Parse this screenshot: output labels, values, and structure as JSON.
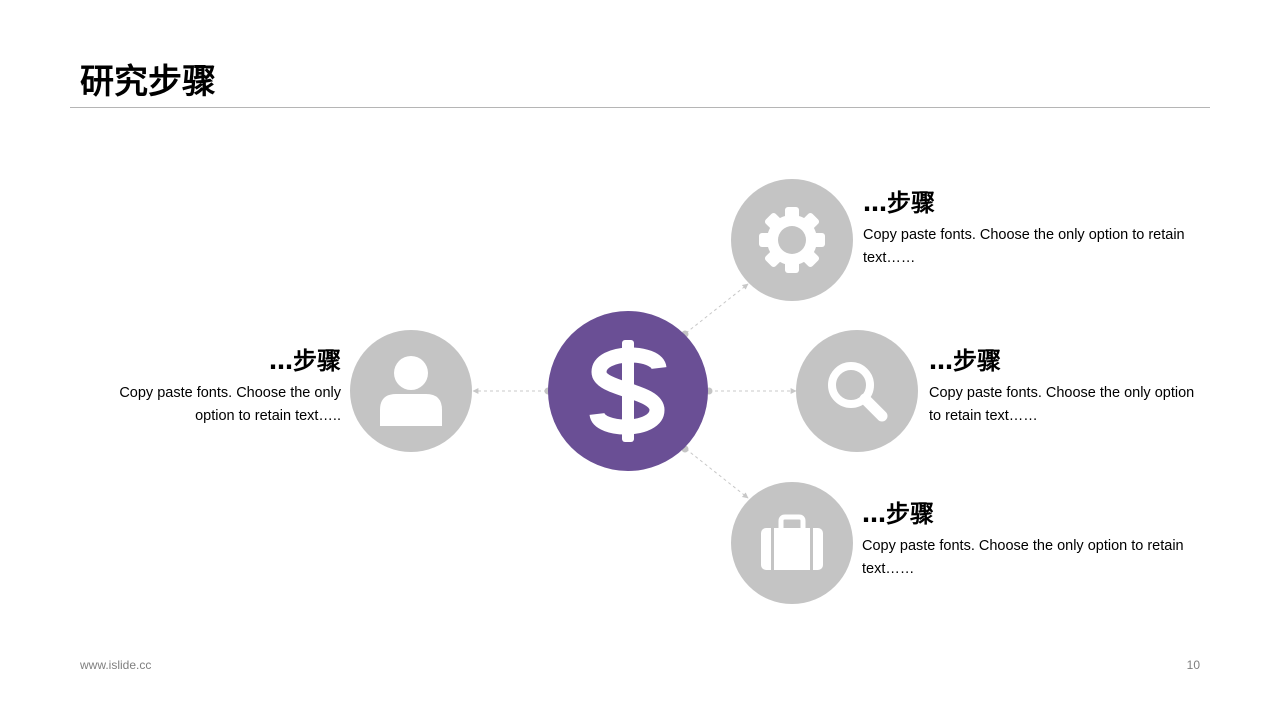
{
  "title": "研究步骤",
  "colors": {
    "accent": "#6a4f95",
    "node": "#c4c4c4",
    "icon": "#ffffff",
    "connector": "#c8c8c8"
  },
  "center": {
    "icon": "dollar-icon"
  },
  "steps": [
    {
      "id": "gear",
      "icon": "gear-icon",
      "heading": "…步骤",
      "description": "Copy paste fonts. Choose the only option to retain text……"
    },
    {
      "id": "search",
      "icon": "search-icon",
      "heading": "…步骤",
      "description": "Copy paste fonts. Choose the only option to retain text……"
    },
    {
      "id": "briefcase",
      "icon": "briefcase-icon",
      "heading": "…步骤",
      "description": "Copy paste fonts. Choose the only option to retain text……"
    },
    {
      "id": "user",
      "icon": "user-icon",
      "heading": "…步骤",
      "description": "Copy paste fonts. Choose the only option to retain text….."
    }
  ],
  "footer": {
    "website": "www.islide.cc",
    "page_number": "10"
  }
}
